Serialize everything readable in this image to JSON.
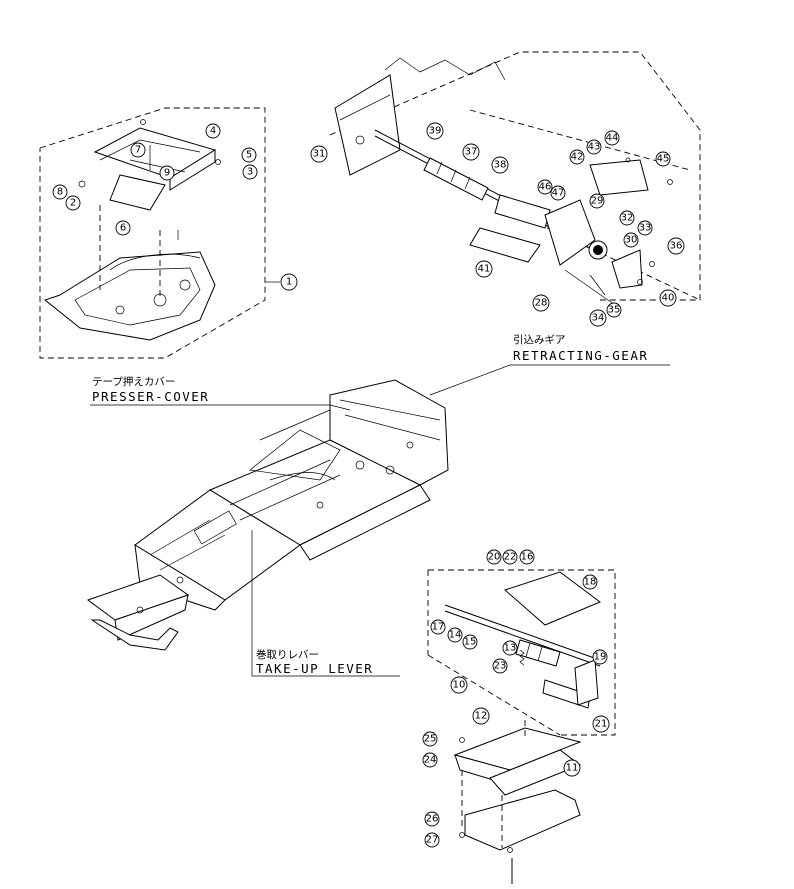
{
  "callouts": {
    "retracting_gear": {
      "jp": "引込みギア",
      "en": "RETRACTING-GEAR"
    },
    "presser_cover": {
      "jp": "テープ押えカバー",
      "en": "PRESSER-COVER"
    },
    "take_up_lever": {
      "jp": "巻取りレバー",
      "en": "TAKE-UP LEVER"
    }
  },
  "part_numbers": [
    "1",
    "2",
    "3",
    "4",
    "5",
    "6",
    "7",
    "8",
    "9",
    "10",
    "11",
    "12",
    "13",
    "14",
    "15",
    "16",
    "17",
    "18",
    "19",
    "20",
    "21",
    "22",
    "23",
    "24",
    "25",
    "26",
    "27",
    "28",
    "29",
    "30",
    "31",
    "32",
    "33",
    "34",
    "35",
    "36",
    "37",
    "38",
    "39",
    "40",
    "41",
    "42",
    "43",
    "44",
    "45",
    "46",
    "47"
  ]
}
